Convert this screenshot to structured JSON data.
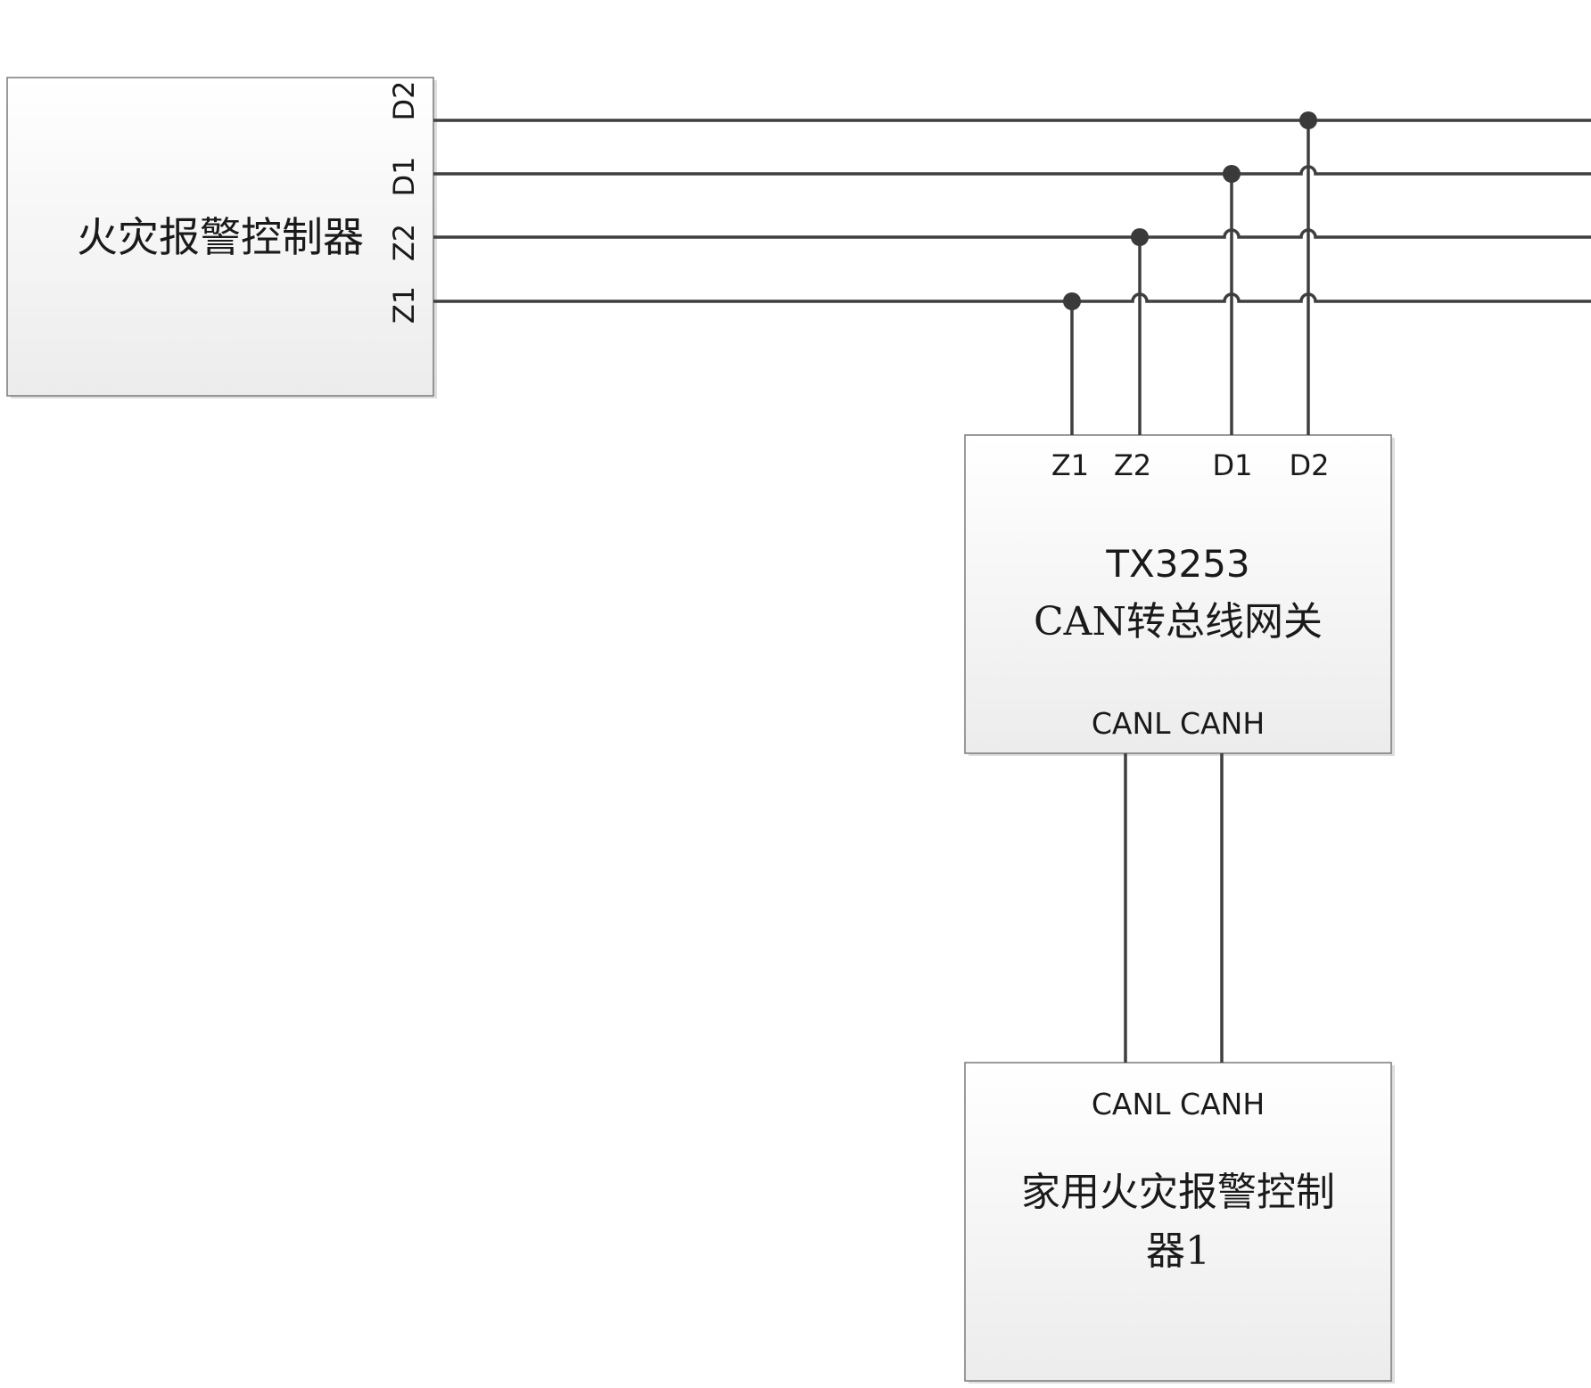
{
  "fire_panel": {
    "title": "火灾报警控制器",
    "terminals": [
      "D2",
      "D1",
      "Z2",
      "Z1"
    ]
  },
  "gateway": {
    "terminals": [
      "Z1",
      "Z2",
      "D1",
      "D2"
    ],
    "title_line1": "TX3253",
    "title_line2": "CAN转总线网关",
    "can_label": "CANL CANH"
  },
  "home_panel": {
    "can_label": "CANL CANH",
    "title_line1": "家用火灾报警控制",
    "title_line2": "器1"
  }
}
